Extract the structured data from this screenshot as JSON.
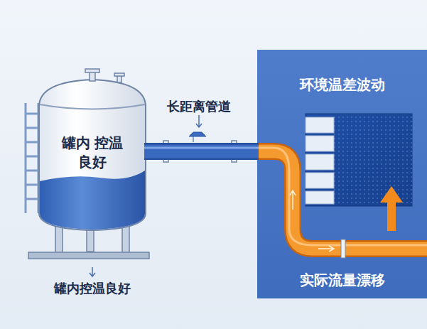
{
  "diagram": {
    "nodes": [
      {
        "text": [
          "罐内 控温良好"
        ]
      },
      {
        "text": [
          "环境温差波动",
          "实际流量漂移"
        ]
      }
    ],
    "edges": [
      {
        "from": 0,
        "to": 1,
        "arrow": "none"
      }
    ],
    "labels": [
      "长距离管道",
      "罐内控温良好"
    ]
  }
}
